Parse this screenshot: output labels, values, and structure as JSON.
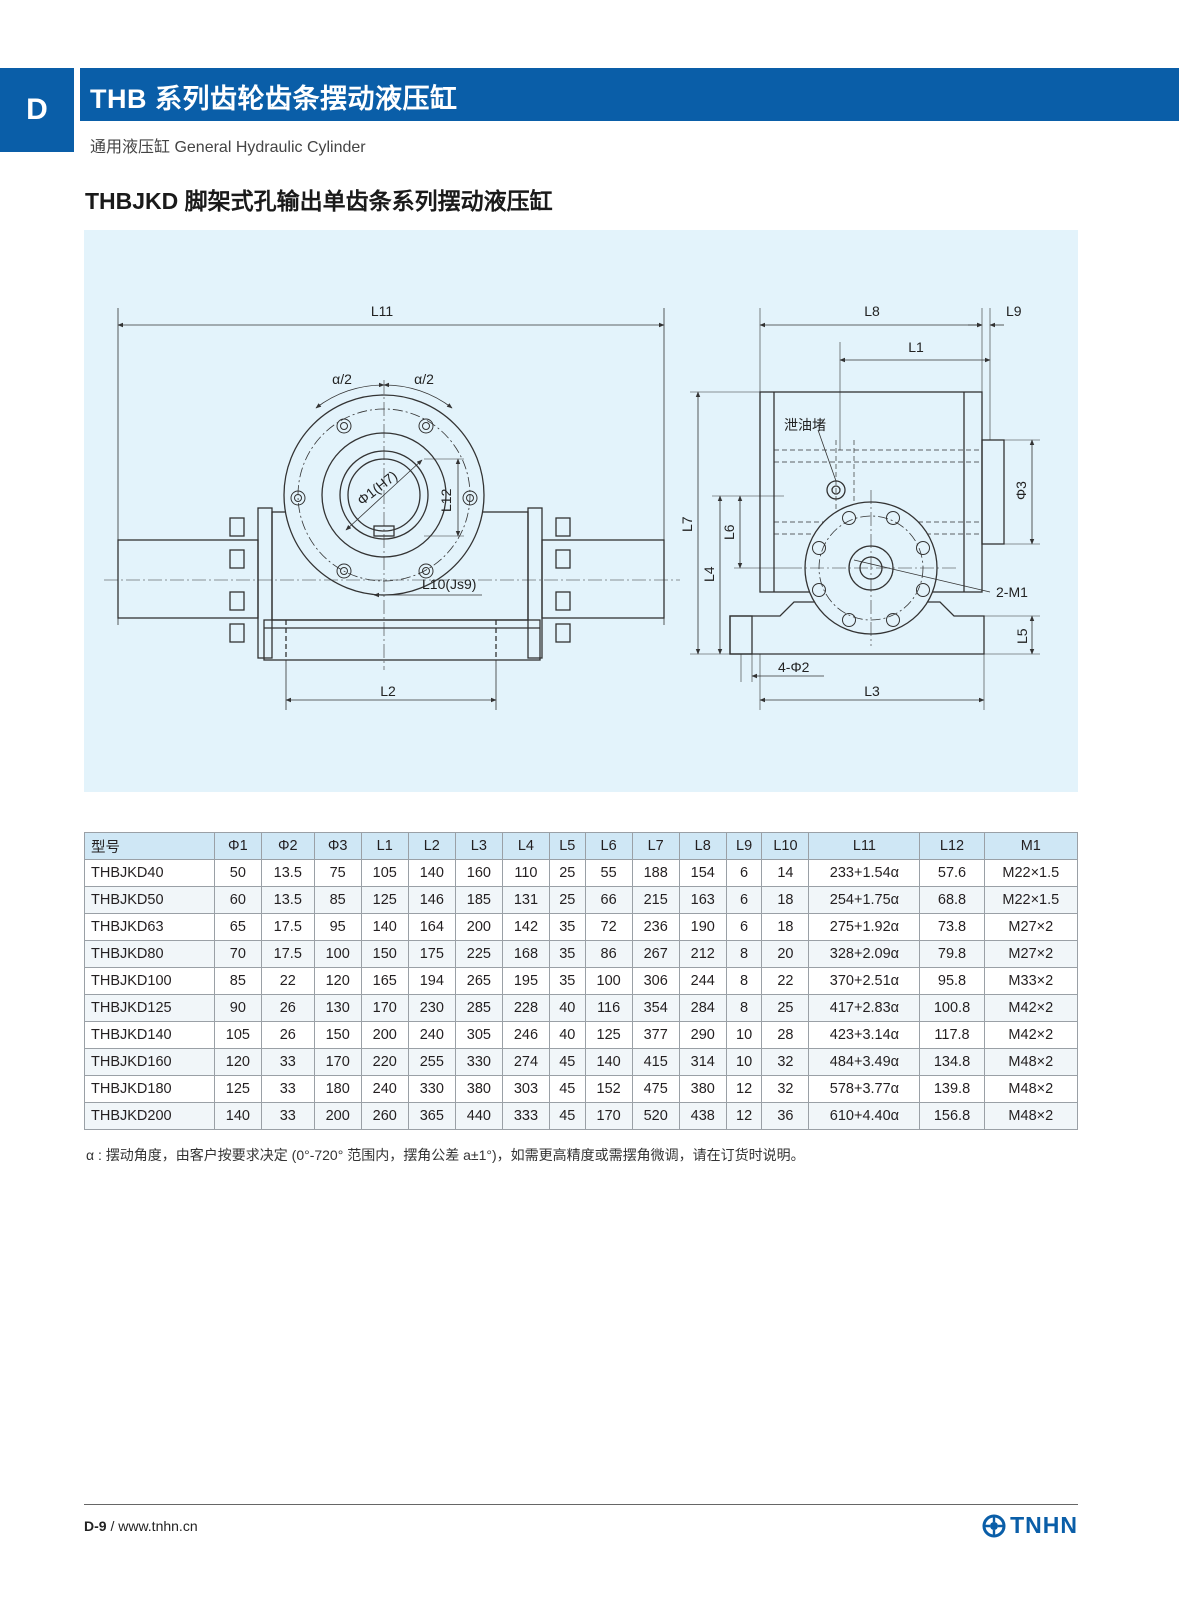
{
  "section": {
    "letter": "D"
  },
  "header": {
    "title": "THB 系列齿轮齿条摆动液压缸",
    "subtitle": "通用液压缸 General Hydraulic Cylinder"
  },
  "page_title": "THBJKD 脚架式孔输出单齿条系列摆动液压缸",
  "drawing": {
    "labels": {
      "L11": "L11",
      "alpha_half_left": "α/2",
      "alpha_half_right": "α/2",
      "phi1": "Φ1(H7)",
      "L12": "L12",
      "L10": "L10(Js9)",
      "L2": "L2",
      "L8": "L8",
      "L9": "L9",
      "L1": "L1",
      "drain_plug": "泄油堵",
      "phi3": "Φ3",
      "L7": "L7",
      "L6": "L6",
      "L4": "L4",
      "M1": "2-M1",
      "L5": "L5",
      "phi2": "4-Φ2",
      "L3": "L3"
    }
  },
  "table": {
    "headers": [
      "型号",
      "Φ1",
      "Φ2",
      "Φ3",
      "L1",
      "L2",
      "L3",
      "L4",
      "L5",
      "L6",
      "L7",
      "L8",
      "L9",
      "L10",
      "L11",
      "L12",
      "M1"
    ],
    "rows": [
      [
        "THBJKD40",
        "50",
        "13.5",
        "75",
        "105",
        "140",
        "160",
        "110",
        "25",
        "55",
        "188",
        "154",
        "6",
        "14",
        "233+1.54α",
        "57.6",
        "M22×1.5"
      ],
      [
        "THBJKD50",
        "60",
        "13.5",
        "85",
        "125",
        "146",
        "185",
        "131",
        "25",
        "66",
        "215",
        "163",
        "6",
        "18",
        "254+1.75α",
        "68.8",
        "M22×1.5"
      ],
      [
        "THBJKD63",
        "65",
        "17.5",
        "95",
        "140",
        "164",
        "200",
        "142",
        "35",
        "72",
        "236",
        "190",
        "6",
        "18",
        "275+1.92α",
        "73.8",
        "M27×2"
      ],
      [
        "THBJKD80",
        "70",
        "17.5",
        "100",
        "150",
        "175",
        "225",
        "168",
        "35",
        "86",
        "267",
        "212",
        "8",
        "20",
        "328+2.09α",
        "79.8",
        "M27×2"
      ],
      [
        "THBJKD100",
        "85",
        "22",
        "120",
        "165",
        "194",
        "265",
        "195",
        "35",
        "100",
        "306",
        "244",
        "8",
        "22",
        "370+2.51α",
        "95.8",
        "M33×2"
      ],
      [
        "THBJKD125",
        "90",
        "26",
        "130",
        "170",
        "230",
        "285",
        "228",
        "40",
        "116",
        "354",
        "284",
        "8",
        "25",
        "417+2.83α",
        "100.8",
        "M42×2"
      ],
      [
        "THBJKD140",
        "105",
        "26",
        "150",
        "200",
        "240",
        "305",
        "246",
        "40",
        "125",
        "377",
        "290",
        "10",
        "28",
        "423+3.14α",
        "117.8",
        "M42×2"
      ],
      [
        "THBJKD160",
        "120",
        "33",
        "170",
        "220",
        "255",
        "330",
        "274",
        "45",
        "140",
        "415",
        "314",
        "10",
        "32",
        "484+3.49α",
        "134.8",
        "M48×2"
      ],
      [
        "THBJKD180",
        "125",
        "33",
        "180",
        "240",
        "330",
        "380",
        "303",
        "45",
        "152",
        "475",
        "380",
        "12",
        "32",
        "578+3.77α",
        "139.8",
        "M48×2"
      ],
      [
        "THBJKD200",
        "140",
        "33",
        "200",
        "260",
        "365",
        "440",
        "333",
        "45",
        "170",
        "520",
        "438",
        "12",
        "36",
        "610+4.40α",
        "156.8",
        "M48×2"
      ]
    ]
  },
  "note": "α : 摆动角度，由客户按要求决定 (0°-720° 范围内，摆角公差 a±1°)，如需更高精度或需摆角微调，请在订货时说明。",
  "footer": {
    "page": "D-9",
    "separator": "/",
    "url": "www.tnhn.cn",
    "brand": "TNHN"
  },
  "colors": {
    "brand_blue": "#0a5ea8",
    "drawing_bg": "#e3f3fb",
    "table_header": "#cfe7f5"
  },
  "icons": {
    "brand_logo": "gear-logo-icon"
  }
}
